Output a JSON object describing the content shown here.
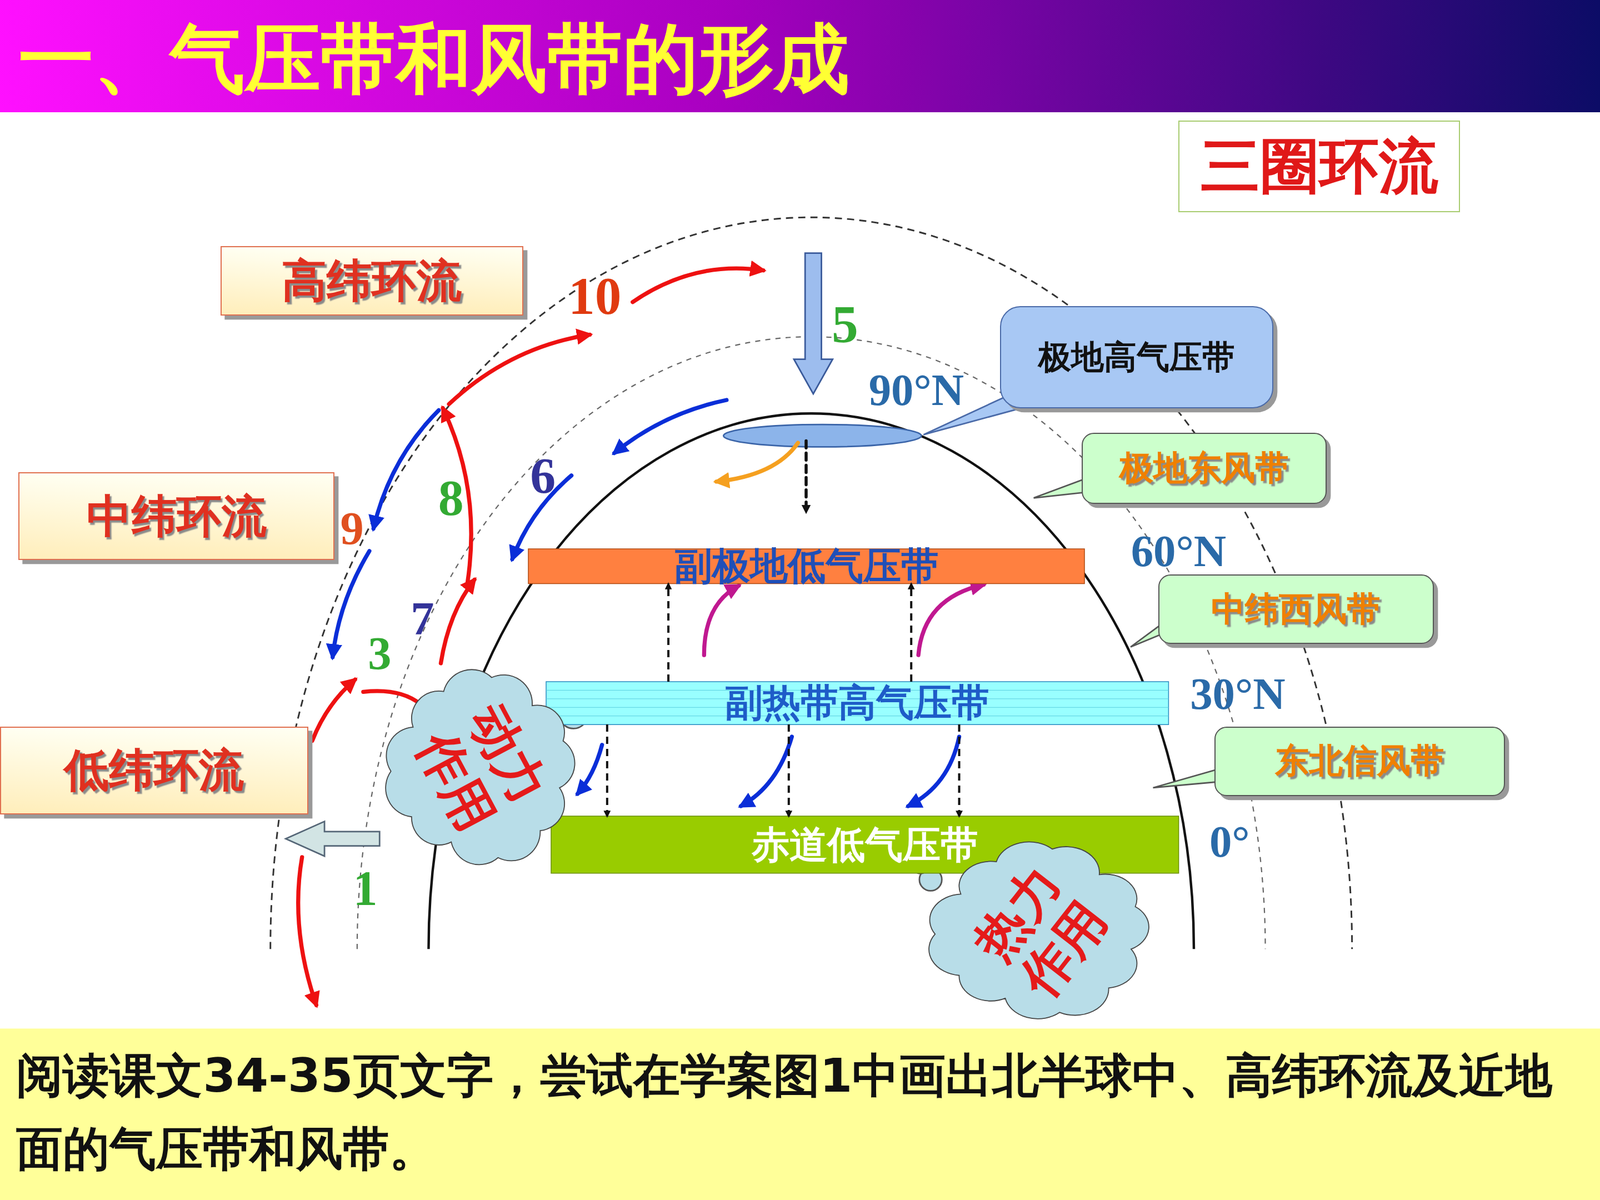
{
  "diagram": {
    "title": "一、气压带和风带的形成",
    "caption": "阅读课文34-35页文字，尝试在学案图1中画出北半球中、高纬环流及近地面的气压带和风带。",
    "nodes": [
      {
        "text": [
          "三圈环流"
        ]
      },
      {
        "text": [
          "高纬环流"
        ]
      },
      {
        "text": [
          "极地高气压带"
        ]
      },
      {
        "text": [
          "中纬环流"
        ]
      },
      {
        "text": [
          "极地东风带"
        ]
      },
      {
        "text": [
          "副极地低气压带"
        ]
      },
      {
        "text": [
          "中纬西风带"
        ]
      },
      {
        "text": [
          "副热带高气压带"
        ]
      },
      {
        "text": [
          "低纬环流"
        ]
      },
      {
        "text": [
          "东北信风带"
        ]
      },
      {
        "text": [
          "动力 作用"
        ]
      },
      {
        "text": [
          "赤道低气压带"
        ]
      },
      {
        "text": [
          "热力 作用"
        ]
      }
    ],
    "edges": [
      {
        "from": 7,
        "to": 11,
        "arrow": "to"
      },
      {
        "from": 7,
        "to": 11,
        "arrow": "to"
      },
      {
        "from": 7,
        "to": 11,
        "arrow": "to"
      },
      {
        "from": 7,
        "to": 5,
        "arrow": "to"
      },
      {
        "from": 7,
        "to": 5,
        "arrow": "to"
      }
    ],
    "labels": [
      "10",
      "5",
      "90°N",
      "6",
      "8",
      "9",
      "60°N",
      "7",
      "3",
      "30°N",
      "1",
      "0°"
    ]
  }
}
